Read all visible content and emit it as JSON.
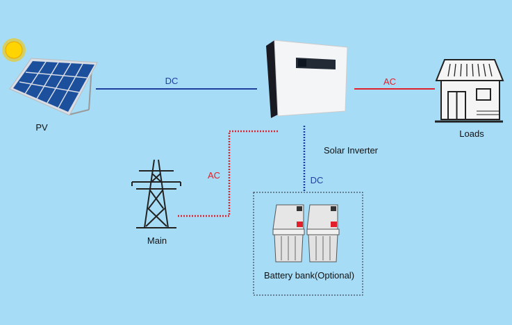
{
  "labels": {
    "pv": "PV",
    "dc_pv": "DC",
    "ac_loads": "AC",
    "loads": "Loads",
    "solar_inverter": "Solar Inverter",
    "ac_main": "AC",
    "dc_battery": "DC",
    "main": "Main",
    "battery_bank": "Battery bank(Optional)"
  },
  "colors": {
    "background": "#a6dcf6",
    "dc_line": "#1f3f9f",
    "ac_line": "#e0202a",
    "dc_text": "#1f3f9f",
    "ac_text": "#e0202a"
  }
}
